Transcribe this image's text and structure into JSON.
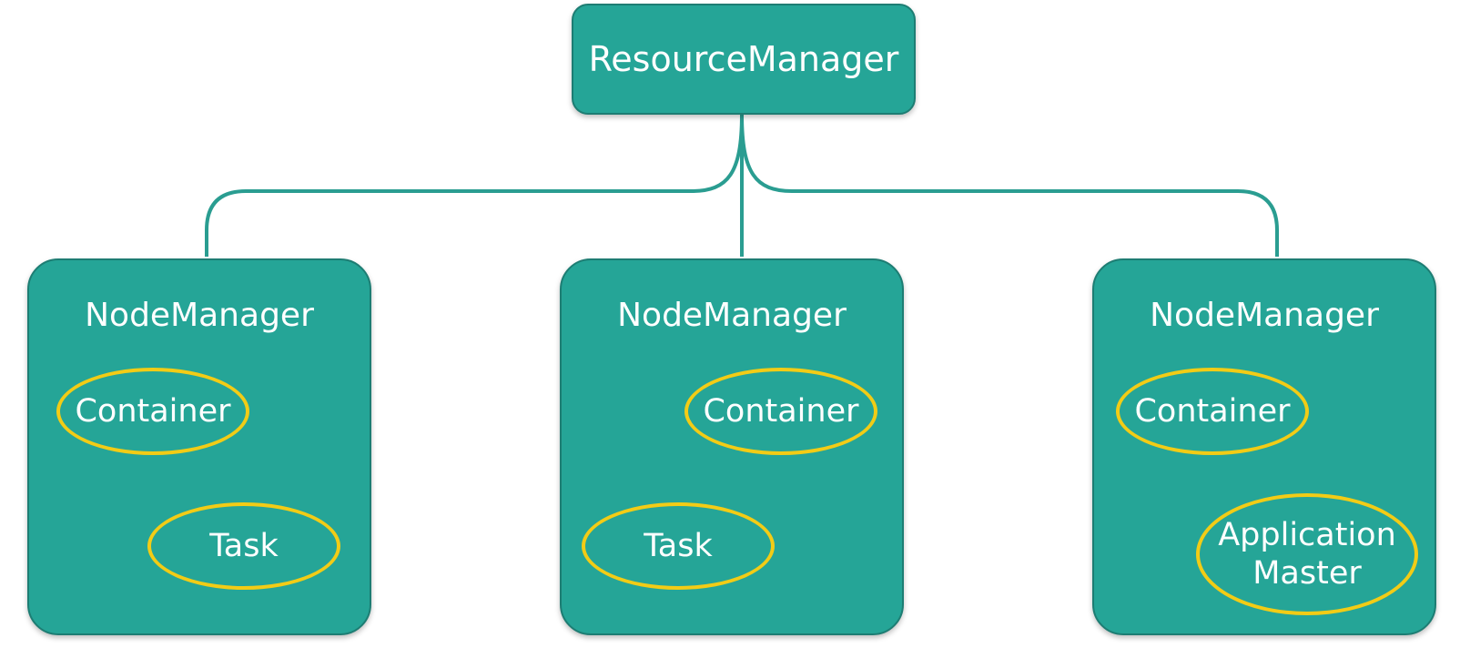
{
  "colors": {
    "box_fill": "#25a597",
    "box_border": "#1d7d73",
    "connector": "#2a9d91",
    "oval_border": "#f2cc16",
    "text": "#ffffff"
  },
  "resource_manager": {
    "label": "ResourceManager"
  },
  "node_managers": [
    {
      "title": "NodeManager",
      "items": [
        "Container",
        "Task"
      ]
    },
    {
      "title": "NodeManager",
      "items": [
        "Container",
        "Task"
      ]
    },
    {
      "title": "NodeManager",
      "items": [
        "Container",
        "Application\nMaster"
      ]
    }
  ]
}
